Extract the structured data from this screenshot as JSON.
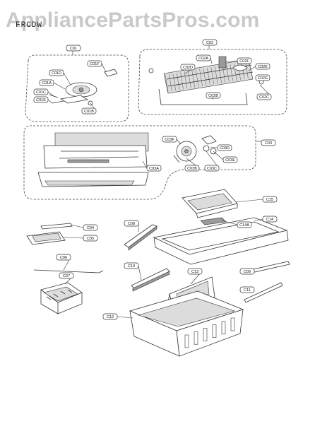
{
  "watermark": "AppliancePartsPros.com",
  "section_code": "FRCDW",
  "callouts": {
    "c01": "C01",
    "c01f": "C01F",
    "c01d": "C01D",
    "c01a": "C01A",
    "c01c": "C01C",
    "c01e": "C01E",
    "c01b": "C01B",
    "c02": "C02",
    "c02a": "C02A",
    "c02f": "C02F",
    "c02d": "C02D",
    "c02e": "C02E",
    "c02b": "C02B",
    "c02g": "C02G",
    "c02c": "C02C",
    "c03": "C03",
    "c03f": "C03F",
    "c03b": "C03B",
    "c03c": "C03C",
    "c03d": "C03D",
    "c03e": "C03E",
    "c03a": "C03A",
    "c15": "C15",
    "c04": "C04",
    "c05": "C05",
    "c08": "C08",
    "c14": "C14",
    "c14a": "C14A",
    "c06": "C06",
    "c07": "C07",
    "c10": "C10",
    "c13": "C13",
    "c09": "C09",
    "c11": "C11",
    "c12": "C12"
  }
}
